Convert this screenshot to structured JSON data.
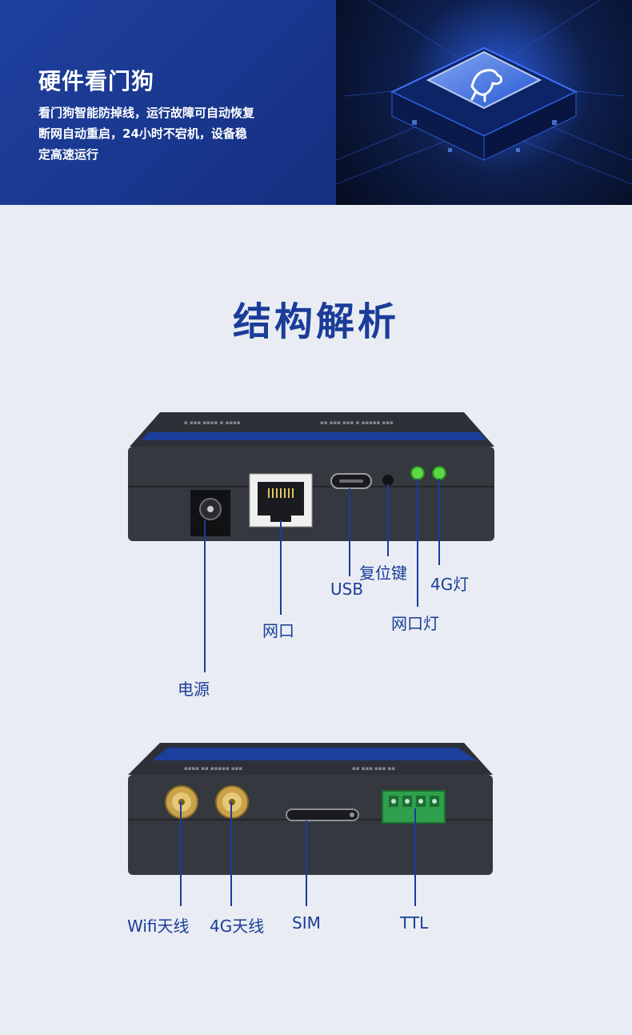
{
  "banner": {
    "title": "硬件看门狗",
    "lines": [
      "看门狗智能防掉线，运行故障可自动恢复",
      "断网自动重启，24小时不宕机，设备稳",
      "定高速运行"
    ]
  },
  "section": {
    "title": "结构解析"
  },
  "front_labels": {
    "power": "电源",
    "ethernet": "网口",
    "usb": "USB",
    "reset": "复位键",
    "led_4g": "4G灯",
    "led_net": "网口灯"
  },
  "back_labels": {
    "wifi_antenna": "Wifi天线",
    "antenna_4g": "4G天线",
    "sim": "SIM",
    "ttl": "TTL"
  },
  "colors": {
    "accent": "#1c3c9a",
    "body": "#3a3d42",
    "led": "#5bd845"
  }
}
